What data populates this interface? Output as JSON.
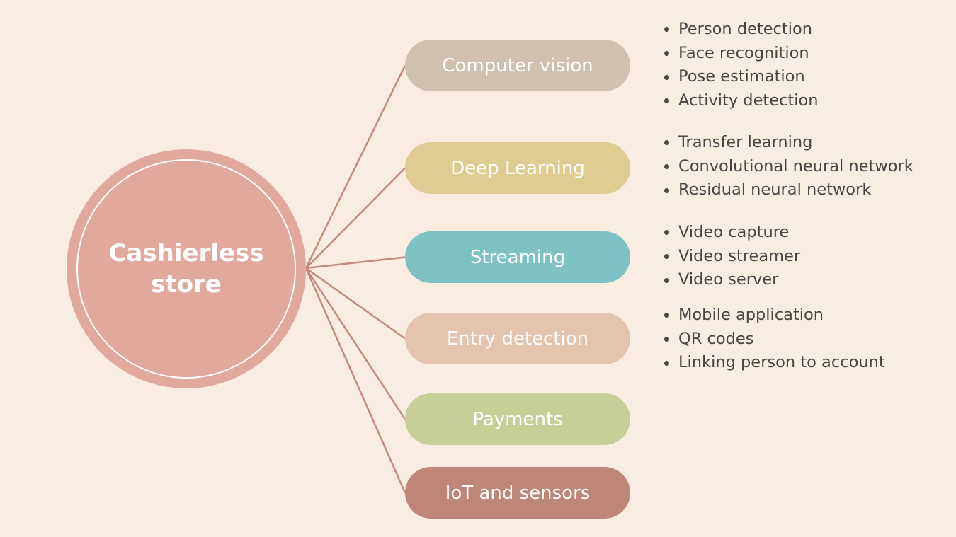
{
  "hub": {
    "line1": "Cashierless",
    "line2": "store",
    "fill": "#e0a99b"
  },
  "connector_color": "#c48a79",
  "branches": [
    {
      "label": "Computer vision",
      "color": "#cfc0af",
      "details": [
        "Person detection",
        "Face recognition",
        "Pose estimation",
        "Activity detection"
      ]
    },
    {
      "label": "Deep Learning",
      "color": "#e0cb92",
      "details": [
        "Transfer learning",
        "Convolutional neural network",
        "Residual neural network"
      ]
    },
    {
      "label": "Streaming",
      "color": "#7fc2c5",
      "details": [
        "Video capture",
        "Video streamer",
        "Video server"
      ]
    },
    {
      "label": "Entry detection",
      "color": "#e4c4ac",
      "details": [
        "Mobile application",
        "QR codes",
        "Linking person to account"
      ]
    },
    {
      "label": "Payments",
      "color": "#c6cf98",
      "details": []
    },
    {
      "label": "IoT and sensors",
      "color": "#bd8677",
      "details": []
    }
  ]
}
